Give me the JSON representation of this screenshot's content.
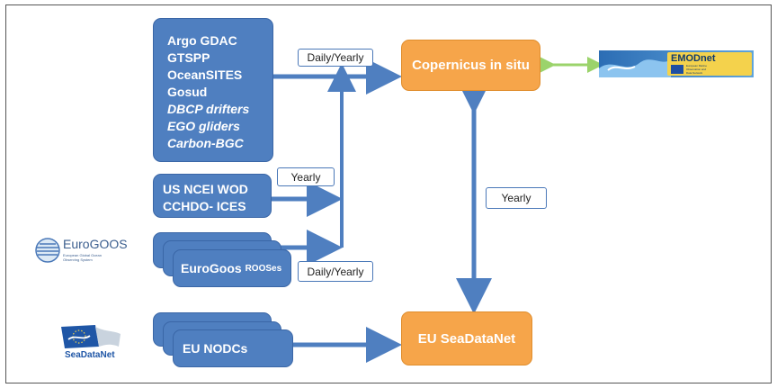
{
  "sources": {
    "gdac_lines": [
      "Argo GDAC",
      "GTSPP",
      "OceanSITES",
      "Gosud"
    ],
    "gdac_italic_lines": [
      "DBCP drifters",
      "EGO gliders",
      "Carbon-BGC"
    ],
    "ncei_lines": [
      "US NCEI WOD",
      "CCHDO- ICES"
    ],
    "roos_main": "EuroGoos ",
    "roos_small": "ROOSes",
    "nodc": "EU NODCs"
  },
  "targets": {
    "copernicus": "Copernicus in situ",
    "seadatanet": "EU SeaDataNet"
  },
  "labels": {
    "top": "Daily/Yearly",
    "ncei": "Yearly",
    "roos": "Daily/Yearly",
    "vertical": "Yearly"
  },
  "logos": {
    "emodnet_title": "EMODnet",
    "emodnet_sub": [
      "European Marine",
      "Observation and",
      "Data Network"
    ],
    "eurogoos_title": "EuroGOOS",
    "eurogoos_sub": [
      "European Global Ocean",
      "Observing System"
    ],
    "seadatanet": "SeaDataNet"
  },
  "colors": {
    "blue": "#4f7fc0",
    "orange": "#f6a54a",
    "green_arrow": "#9bd36b"
  }
}
